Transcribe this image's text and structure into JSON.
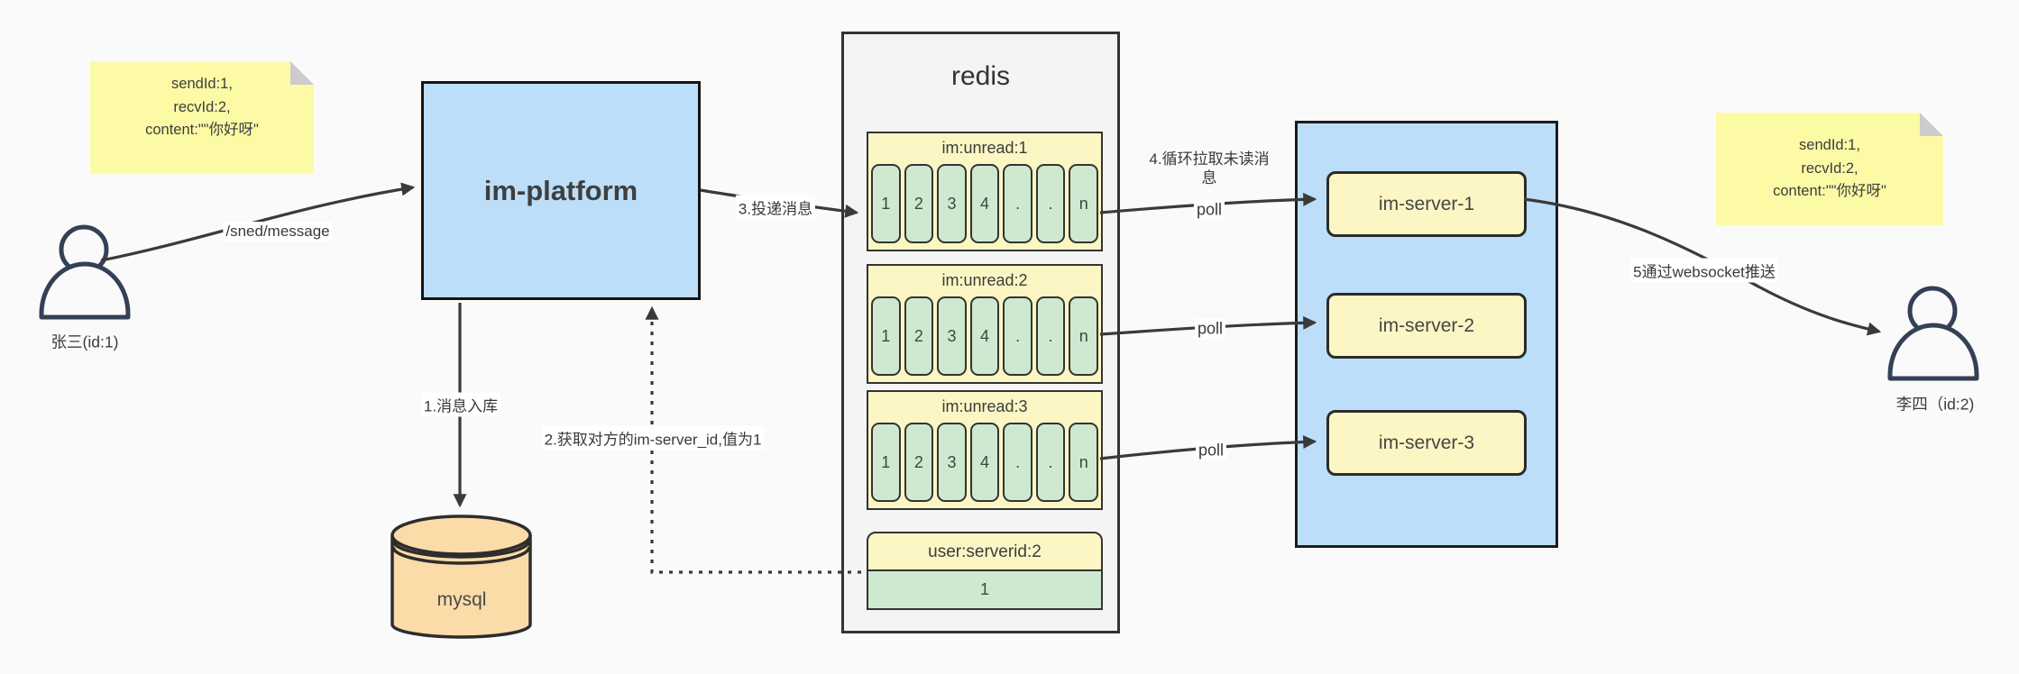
{
  "colors": {
    "background": "#fafafa",
    "note_yellow": "#fcfaa5",
    "note_fold_gray": "#cccccc",
    "node_blue": "#bcdef9",
    "node_yellow": "#fcf6c4",
    "cell_green": "#cee9cf",
    "redis_gray": "#f4f4f4",
    "mysql_orange": "#fbdba7",
    "line_dark": "#3a3a3a"
  },
  "notes": {
    "sender": {
      "line1": "sendId:1,",
      "line2": "recvId:2,",
      "line3": "content:\"\"你好呀\""
    },
    "receiver": {
      "line1": "sendId:1,",
      "line2": "recvId:2,",
      "line3": "content:\"\"你好呀\""
    }
  },
  "actors": {
    "sender": {
      "label": "张三(id:1)"
    },
    "receiver": {
      "label": "李四（id:2)"
    }
  },
  "nodes": {
    "platform": {
      "label": "im-platform"
    },
    "mysql": {
      "label": "mysql"
    },
    "redis_title": "redis",
    "servers": [
      "im-server-1",
      "im-server-2",
      "im-server-3"
    ]
  },
  "redis": {
    "queues": [
      {
        "name": "im:unread:1",
        "cells": [
          "1",
          "2",
          "3",
          "4",
          ".",
          ".",
          "n"
        ]
      },
      {
        "name": "im:unread:2",
        "cells": [
          "1",
          "2",
          "3",
          "4",
          ".",
          ".",
          "n"
        ]
      },
      {
        "name": "im:unread:3",
        "cells": [
          "1",
          "2",
          "3",
          "4",
          ".",
          ".",
          "n"
        ]
      }
    ],
    "kv": {
      "key": "user:serverid:2",
      "value": "1"
    }
  },
  "edges": {
    "send": {
      "label": "/sned/message"
    },
    "store": {
      "label": "1.消息入库"
    },
    "lookup": {
      "label": "2.获取对方的im-server_id,值为1"
    },
    "deliver": {
      "label": "3.投递消息"
    },
    "pull": {
      "label": "4.循环拉取未读消息"
    },
    "poll1": {
      "label": "poll"
    },
    "poll2": {
      "label": "poll"
    },
    "poll3": {
      "label": "poll"
    },
    "push": {
      "label": "5通过websocket推送"
    }
  }
}
